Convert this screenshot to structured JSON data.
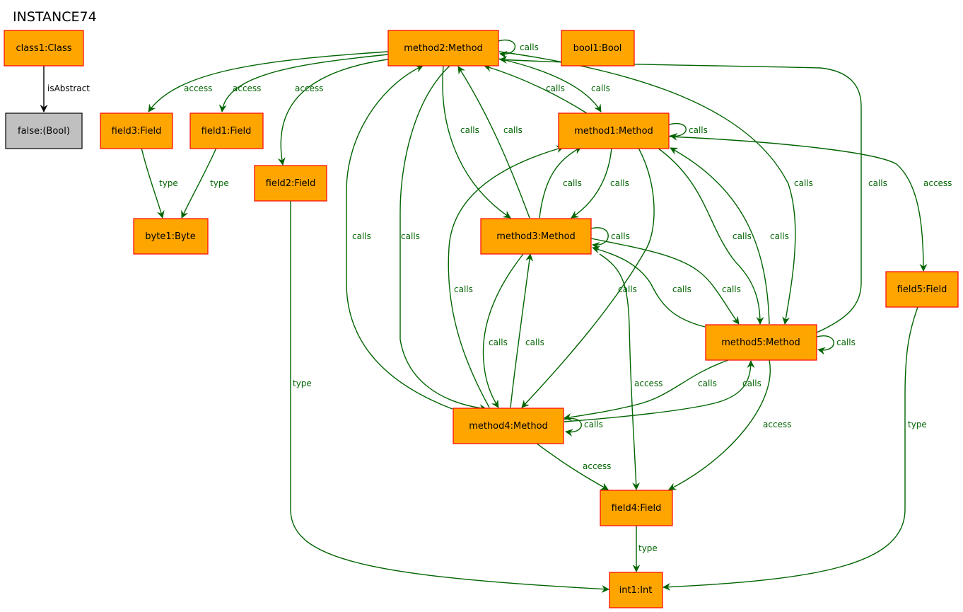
{
  "title": "INSTANCE74",
  "colors": {
    "node_fill": "#ffa500",
    "node_border": "#ff0000",
    "value_fill": "#c0c0c0",
    "value_border": "#000000",
    "edge_green": "#006400",
    "edge_black": "#000000"
  },
  "nodes": [
    {
      "id": "class1",
      "label": "class1:Class"
    },
    {
      "id": "false",
      "label": "false:(Bool)"
    },
    {
      "id": "method2",
      "label": "method2:Method"
    },
    {
      "id": "bool1",
      "label": "bool1:Bool"
    },
    {
      "id": "field3",
      "label": "field3:Field"
    },
    {
      "id": "field1",
      "label": "field1:Field"
    },
    {
      "id": "field2",
      "label": "field2:Field"
    },
    {
      "id": "byte1",
      "label": "byte1:Byte"
    },
    {
      "id": "method1",
      "label": "method1:Method"
    },
    {
      "id": "method3",
      "label": "method3:Method"
    },
    {
      "id": "method5",
      "label": "method5:Method"
    },
    {
      "id": "method4",
      "label": "method4:Method"
    },
    {
      "id": "field5",
      "label": "field5:Field"
    },
    {
      "id": "field4",
      "label": "field4:Field"
    },
    {
      "id": "int1",
      "label": "int1:Int"
    }
  ],
  "edges": [
    {
      "id": "e1",
      "label": "isAbstract"
    },
    {
      "id": "e2",
      "label": "calls"
    },
    {
      "id": "e3",
      "label": "access"
    },
    {
      "id": "e4",
      "label": "access"
    },
    {
      "id": "e5",
      "label": "access"
    },
    {
      "id": "e6",
      "label": "type"
    },
    {
      "id": "e7",
      "label": "type"
    },
    {
      "id": "e8",
      "label": "type"
    },
    {
      "id": "e9",
      "label": "calls"
    },
    {
      "id": "e10",
      "label": "calls"
    },
    {
      "id": "e11",
      "label": "calls"
    },
    {
      "id": "e12",
      "label": "calls"
    },
    {
      "id": "e13",
      "label": "calls"
    },
    {
      "id": "e14",
      "label": "calls"
    },
    {
      "id": "e15",
      "label": "calls"
    },
    {
      "id": "e16",
      "label": "calls"
    },
    {
      "id": "e17",
      "label": "calls"
    },
    {
      "id": "e18",
      "label": "access"
    },
    {
      "id": "e19",
      "label": "calls"
    },
    {
      "id": "e20",
      "label": "calls"
    },
    {
      "id": "e21",
      "label": "calls"
    },
    {
      "id": "e22",
      "label": "calls"
    },
    {
      "id": "e23",
      "label": "calls"
    },
    {
      "id": "e24",
      "label": "calls"
    },
    {
      "id": "e25",
      "label": "calls"
    },
    {
      "id": "e26",
      "label": "calls"
    },
    {
      "id": "e27",
      "label": "calls"
    },
    {
      "id": "e28",
      "label": "calls"
    },
    {
      "id": "e29",
      "label": "calls"
    },
    {
      "id": "e30",
      "label": "calls"
    },
    {
      "id": "e31",
      "label": "calls"
    },
    {
      "id": "e32",
      "label": "calls"
    },
    {
      "id": "e33",
      "label": "calls"
    },
    {
      "id": "e34",
      "label": "access"
    },
    {
      "id": "e35",
      "label": "access"
    },
    {
      "id": "e36",
      "label": "access"
    },
    {
      "id": "e37",
      "label": "calls"
    },
    {
      "id": "e38",
      "label": "calls"
    },
    {
      "id": "e39",
      "label": "calls"
    },
    {
      "id": "e40",
      "label": "type"
    },
    {
      "id": "e41",
      "label": "type"
    }
  ]
}
